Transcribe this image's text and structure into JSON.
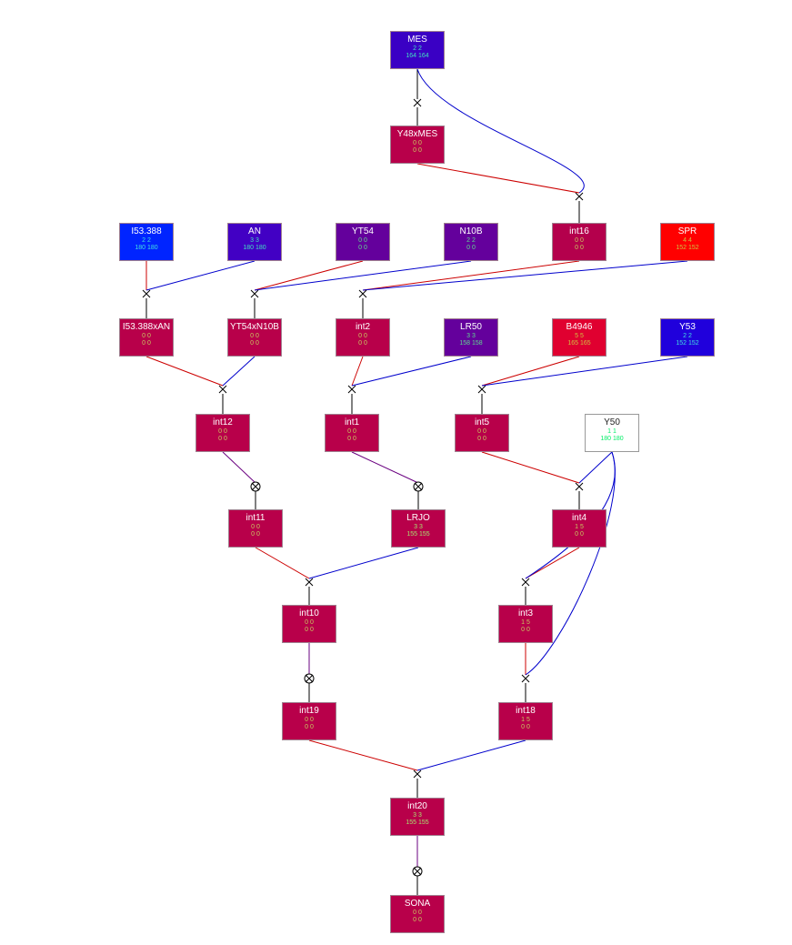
{
  "nodes": [
    {
      "id": "MES",
      "line1": "2 2",
      "line2": "164 164",
      "fill": "#3a00c4",
      "text": "#40e0c0"
    },
    {
      "id": "Y48xMES",
      "line1": "0 0",
      "line2": "0 0",
      "fill": "#b8004a",
      "text": "#c8c860"
    },
    {
      "id": "I53.388",
      "line1": "2 2",
      "line2": "180 180",
      "fill": "#0024ff",
      "text": "#40e0e0"
    },
    {
      "id": "AN",
      "line1": "3 3",
      "line2": "180 180",
      "fill": "#4200c4",
      "text": "#40e0c0"
    },
    {
      "id": "YT54",
      "line1": "0 0",
      "line2": "0 0",
      "fill": "#64009c",
      "text": "#60d890"
    },
    {
      "id": "N10B",
      "line1": "2 2",
      "line2": "0 0",
      "fill": "#64009c",
      "text": "#60d890"
    },
    {
      "id": "int16",
      "line1": "0 0",
      "line2": "0 0",
      "fill": "#b4004c",
      "text": "#c8c860"
    },
    {
      "id": "SPR",
      "line1": "4 4",
      "line2": "152 152",
      "fill": "#ff0000",
      "text": "#d0c040"
    },
    {
      "id": "I53.388xAN",
      "line1": "0 0",
      "line2": "0 0",
      "fill": "#b8004a",
      "text": "#c8c860"
    },
    {
      "id": "YT54xN10B",
      "line1": "0 0",
      "line2": "0 0",
      "fill": "#b8004a",
      "text": "#c8c860"
    },
    {
      "id": "int2",
      "line1": "0 0",
      "line2": "0 0",
      "fill": "#b8004a",
      "text": "#c8c860"
    },
    {
      "id": "LR50",
      "line1": "3 3",
      "line2": "158 158",
      "fill": "#64009c",
      "text": "#60d890"
    },
    {
      "id": "B4946",
      "line1": "5 5",
      "line2": "165 165",
      "fill": "#e00030",
      "text": "#d0c040"
    },
    {
      "id": "Y53",
      "line1": "2 2",
      "line2": "152 152",
      "fill": "#2000dc",
      "text": "#40e0e0"
    },
    {
      "id": "int12",
      "line1": "0 0",
      "line2": "0 0",
      "fill": "#b8004a",
      "text": "#c8c860"
    },
    {
      "id": "int1",
      "line1": "0 0",
      "line2": "0 0",
      "fill": "#b8004a",
      "text": "#c8c860"
    },
    {
      "id": "int5",
      "line1": "0 0",
      "line2": "0 0",
      "fill": "#b8004a",
      "text": "#c8c860"
    },
    {
      "id": "Y50",
      "line1": "1 1",
      "line2": "180 180",
      "fill": "#ffffff",
      "text": "#00ee66"
    },
    {
      "id": "int11",
      "line1": "0 0",
      "line2": "0 0",
      "fill": "#b8004a",
      "text": "#c8c860"
    },
    {
      "id": "LRJO",
      "line1": "3 3",
      "line2": "155 155",
      "fill": "#b8004a",
      "text": "#a8e070"
    },
    {
      "id": "int4",
      "line1": "1 5",
      "line2": "0 0",
      "fill": "#b8004a",
      "text": "#c8c860"
    },
    {
      "id": "int10",
      "line1": "0 0",
      "line2": "0 0",
      "fill": "#b8004a",
      "text": "#c8c860"
    },
    {
      "id": "int3",
      "line1": "1 5",
      "line2": "0 0",
      "fill": "#b8004a",
      "text": "#c8c860"
    },
    {
      "id": "int19",
      "line1": "0 0",
      "line2": "0 0",
      "fill": "#b8004a",
      "text": "#c8c860"
    },
    {
      "id": "int18",
      "line1": "1 5",
      "line2": "0 0",
      "fill": "#b8004a",
      "text": "#c8c860"
    },
    {
      "id": "int20",
      "line1": "3 3",
      "line2": "155 155",
      "fill": "#b8004a",
      "text": "#a8e070"
    },
    {
      "id": "SONA",
      "line1": "0 0",
      "line2": "0 0",
      "fill": "#b8004a",
      "text": "#c8c860"
    }
  ],
  "edge_colors": {
    "first_parent": "#cc0000",
    "second_parent": "#0000cc",
    "single_parent": "#6a0080",
    "child": "#000000"
  }
}
